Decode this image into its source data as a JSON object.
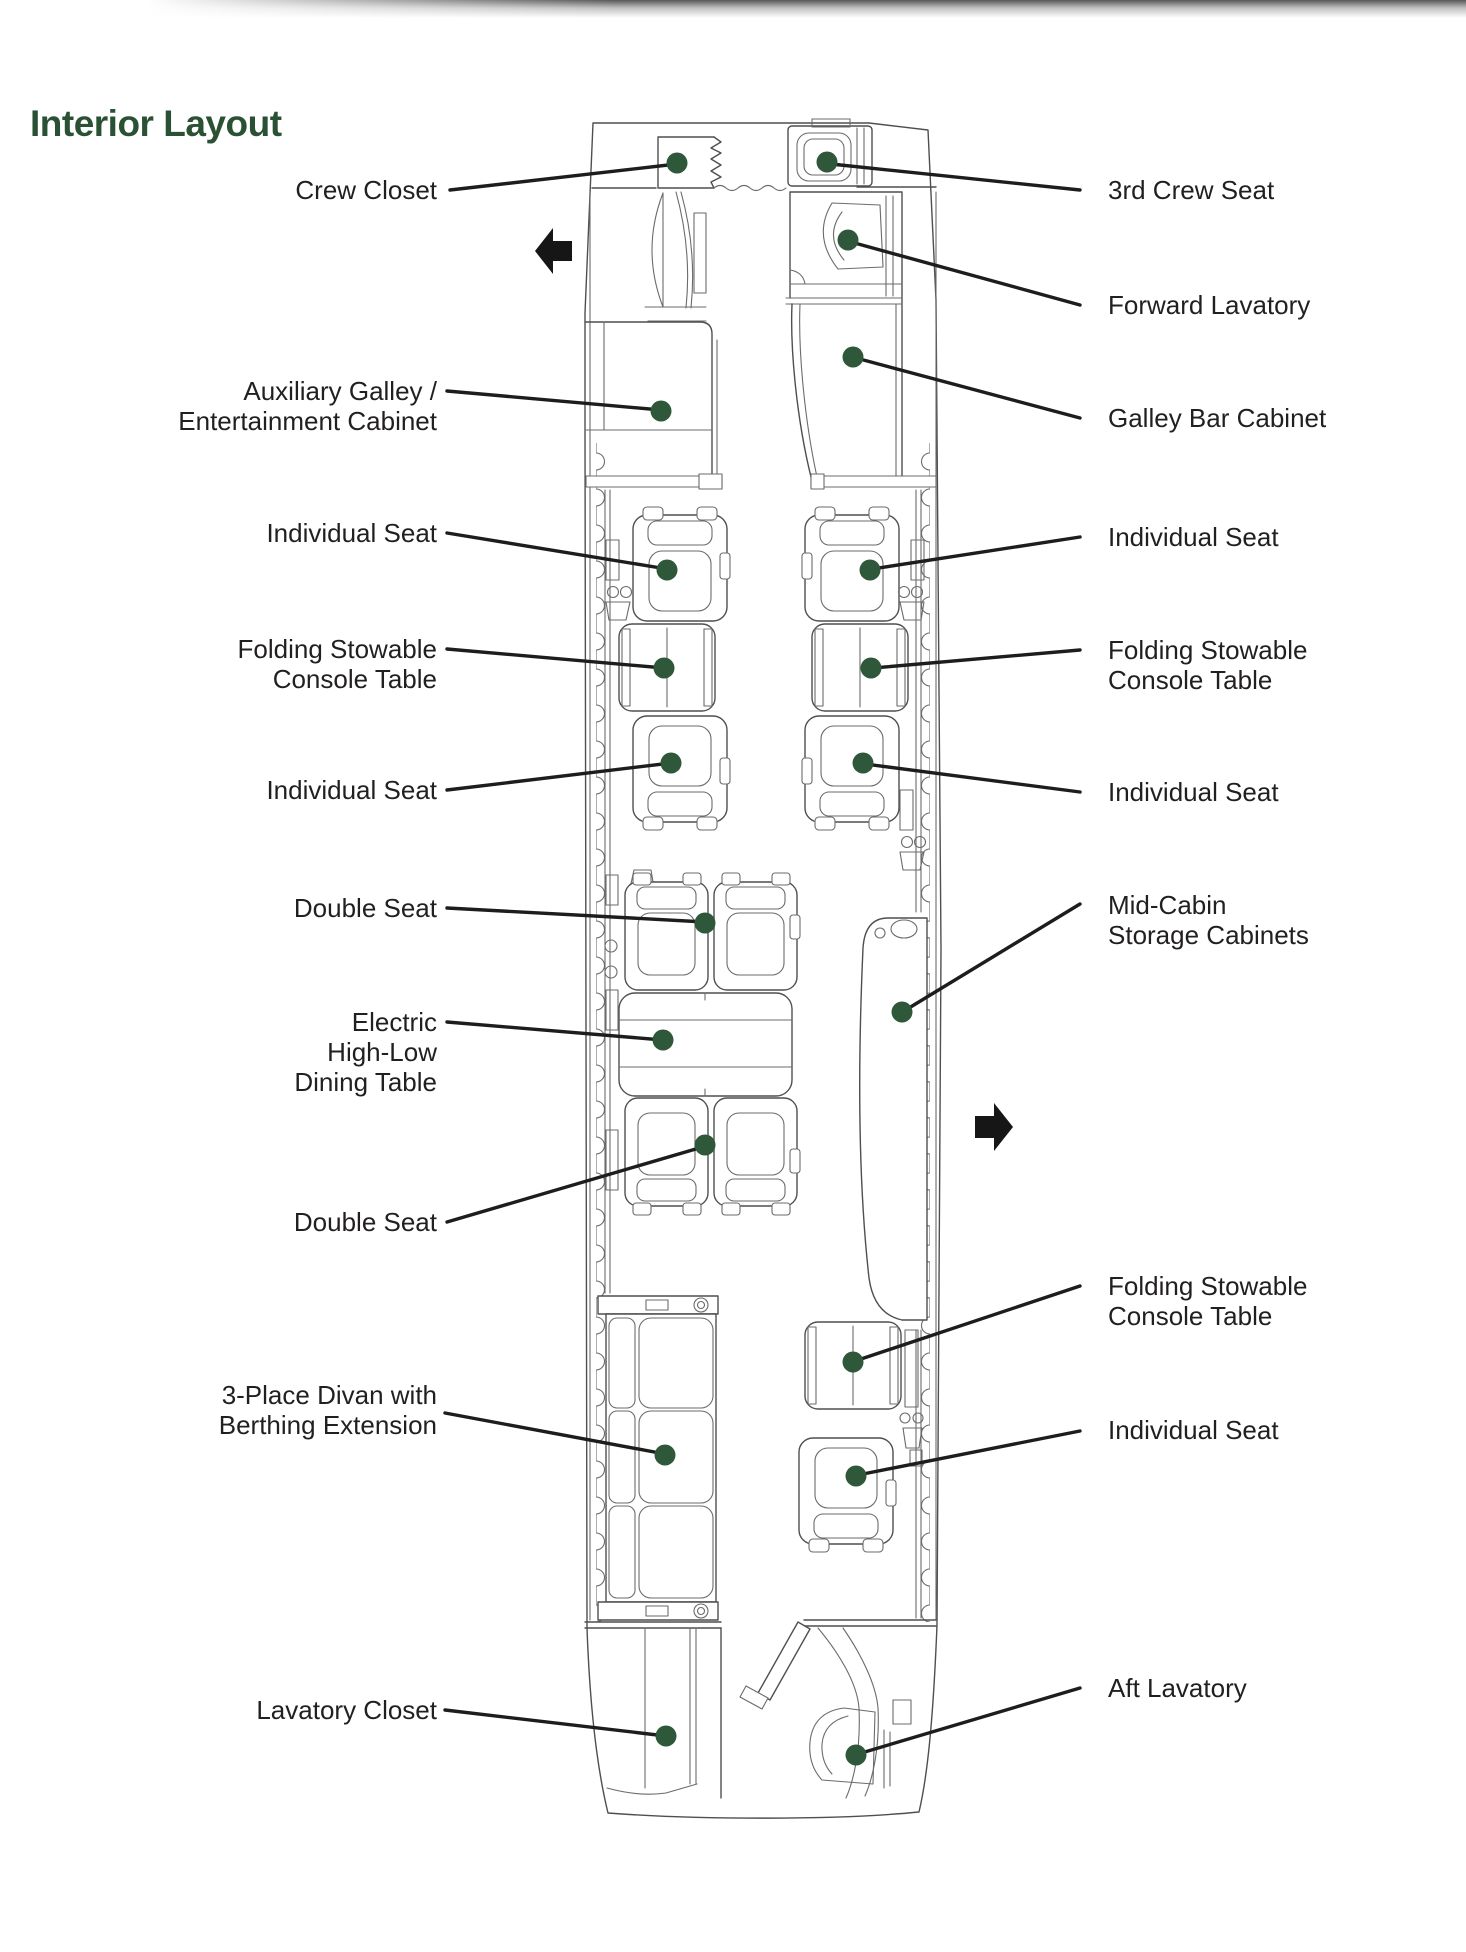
{
  "colors": {
    "title-green": "#2a5134",
    "dot-green": "#2e5839",
    "ink": "#4f4f4f",
    "line-dark": "#1d1d1b"
  },
  "header": {
    "title": "Interior Layout"
  },
  "diagram": {
    "type": "aircraft-cabin-floor-plan",
    "direction_arrows": [
      {
        "name": "forward-direction-arrow",
        "points": "left"
      },
      {
        "name": "aft-direction-arrow",
        "points": "right"
      }
    ],
    "callouts_left": [
      {
        "id": "crew-closet",
        "lines": [
          "Crew Closet"
        ]
      },
      {
        "id": "auxiliary-galley",
        "lines": [
          "Auxiliary Galley /",
          "Entertainment Cabinet"
        ]
      },
      {
        "id": "individual-seat-1",
        "lines": [
          "Individual Seat"
        ]
      },
      {
        "id": "console-table-1",
        "lines": [
          "Folding Stowable",
          "Console Table"
        ]
      },
      {
        "id": "individual-seat-2",
        "lines": [
          "Individual Seat"
        ]
      },
      {
        "id": "double-seat-1",
        "lines": [
          "Double Seat"
        ]
      },
      {
        "id": "dining-table",
        "lines": [
          "Electric",
          "High-Low",
          "Dining Table"
        ]
      },
      {
        "id": "double-seat-2",
        "lines": [
          "Double Seat"
        ]
      },
      {
        "id": "divan",
        "lines": [
          "3-Place Divan with",
          "Berthing Extension"
        ]
      },
      {
        "id": "lavatory-closet",
        "lines": [
          "Lavatory Closet"
        ]
      }
    ],
    "callouts_right": [
      {
        "id": "third-crew-seat",
        "lines": [
          "3rd Crew Seat"
        ]
      },
      {
        "id": "forward-lavatory",
        "lines": [
          "Forward Lavatory"
        ]
      },
      {
        "id": "galley-bar-cabinet",
        "lines": [
          "Galley Bar Cabinet"
        ]
      },
      {
        "id": "individual-seat-3",
        "lines": [
          "Individual Seat"
        ]
      },
      {
        "id": "console-table-2",
        "lines": [
          "Folding Stowable",
          "Console Table"
        ]
      },
      {
        "id": "individual-seat-4",
        "lines": [
          "Individual Seat"
        ]
      },
      {
        "id": "mid-cabin-storage",
        "lines": [
          "Mid-Cabin",
          "Storage Cabinets"
        ]
      },
      {
        "id": "console-table-3",
        "lines": [
          "Folding Stowable",
          "Console Table"
        ]
      },
      {
        "id": "individual-seat-5",
        "lines": [
          "Individual Seat"
        ]
      },
      {
        "id": "aft-lavatory",
        "lines": [
          "Aft Lavatory"
        ]
      }
    ]
  }
}
